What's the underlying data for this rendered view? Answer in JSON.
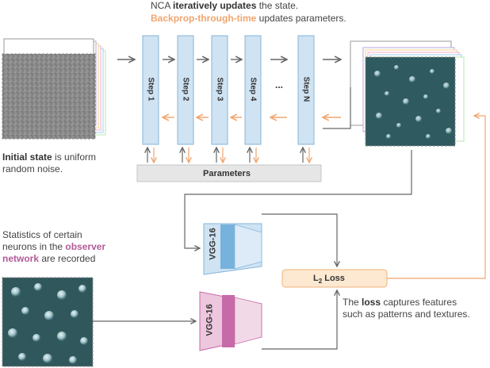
{
  "top_caption": {
    "line1_pre": "NCA ",
    "line1_bold": "iteratively updates",
    "line1_post": " the state.",
    "line2_orange": "Backprop-through-time",
    "line2_post": " updates parameters."
  },
  "initial_state": {
    "bold": "Initial state",
    "rest_line1": " is uniform",
    "line2": "random noise."
  },
  "steps": [
    "Step 1",
    "Step 2",
    "Step 3",
    "Step 4",
    "...",
    "Step N"
  ],
  "parameters_label": "Parameters",
  "observer": {
    "line1": "Statistics of certain",
    "line2_pre": "neurons in the ",
    "line2_purple": "observer",
    "line3_purple": "network",
    "line3_post": " are recorded"
  },
  "vgg_label": "VGG-16",
  "loss_label": "L",
  "loss_sub": "2",
  "loss_rest": " Loss",
  "loss_caption": {
    "pre": "The ",
    "bold": "loss",
    "line1_post": " captures features",
    "line2": "such as patterns and textures."
  },
  "colors": {
    "step_fill": "#cfe3f3",
    "step_stroke": "#86b6da",
    "forward_arrow": "#666666",
    "backward_arrow": "#f0a56e",
    "vgg_top_fill": "#cfe3f3",
    "vgg_top_band": "#76b2dc",
    "vgg_bottom_fill": "#ecc7dd",
    "vgg_bottom_band": "#c66aa8",
    "loss_fill": "#fde9d2",
    "loss_stroke": "#f0b27a"
  }
}
